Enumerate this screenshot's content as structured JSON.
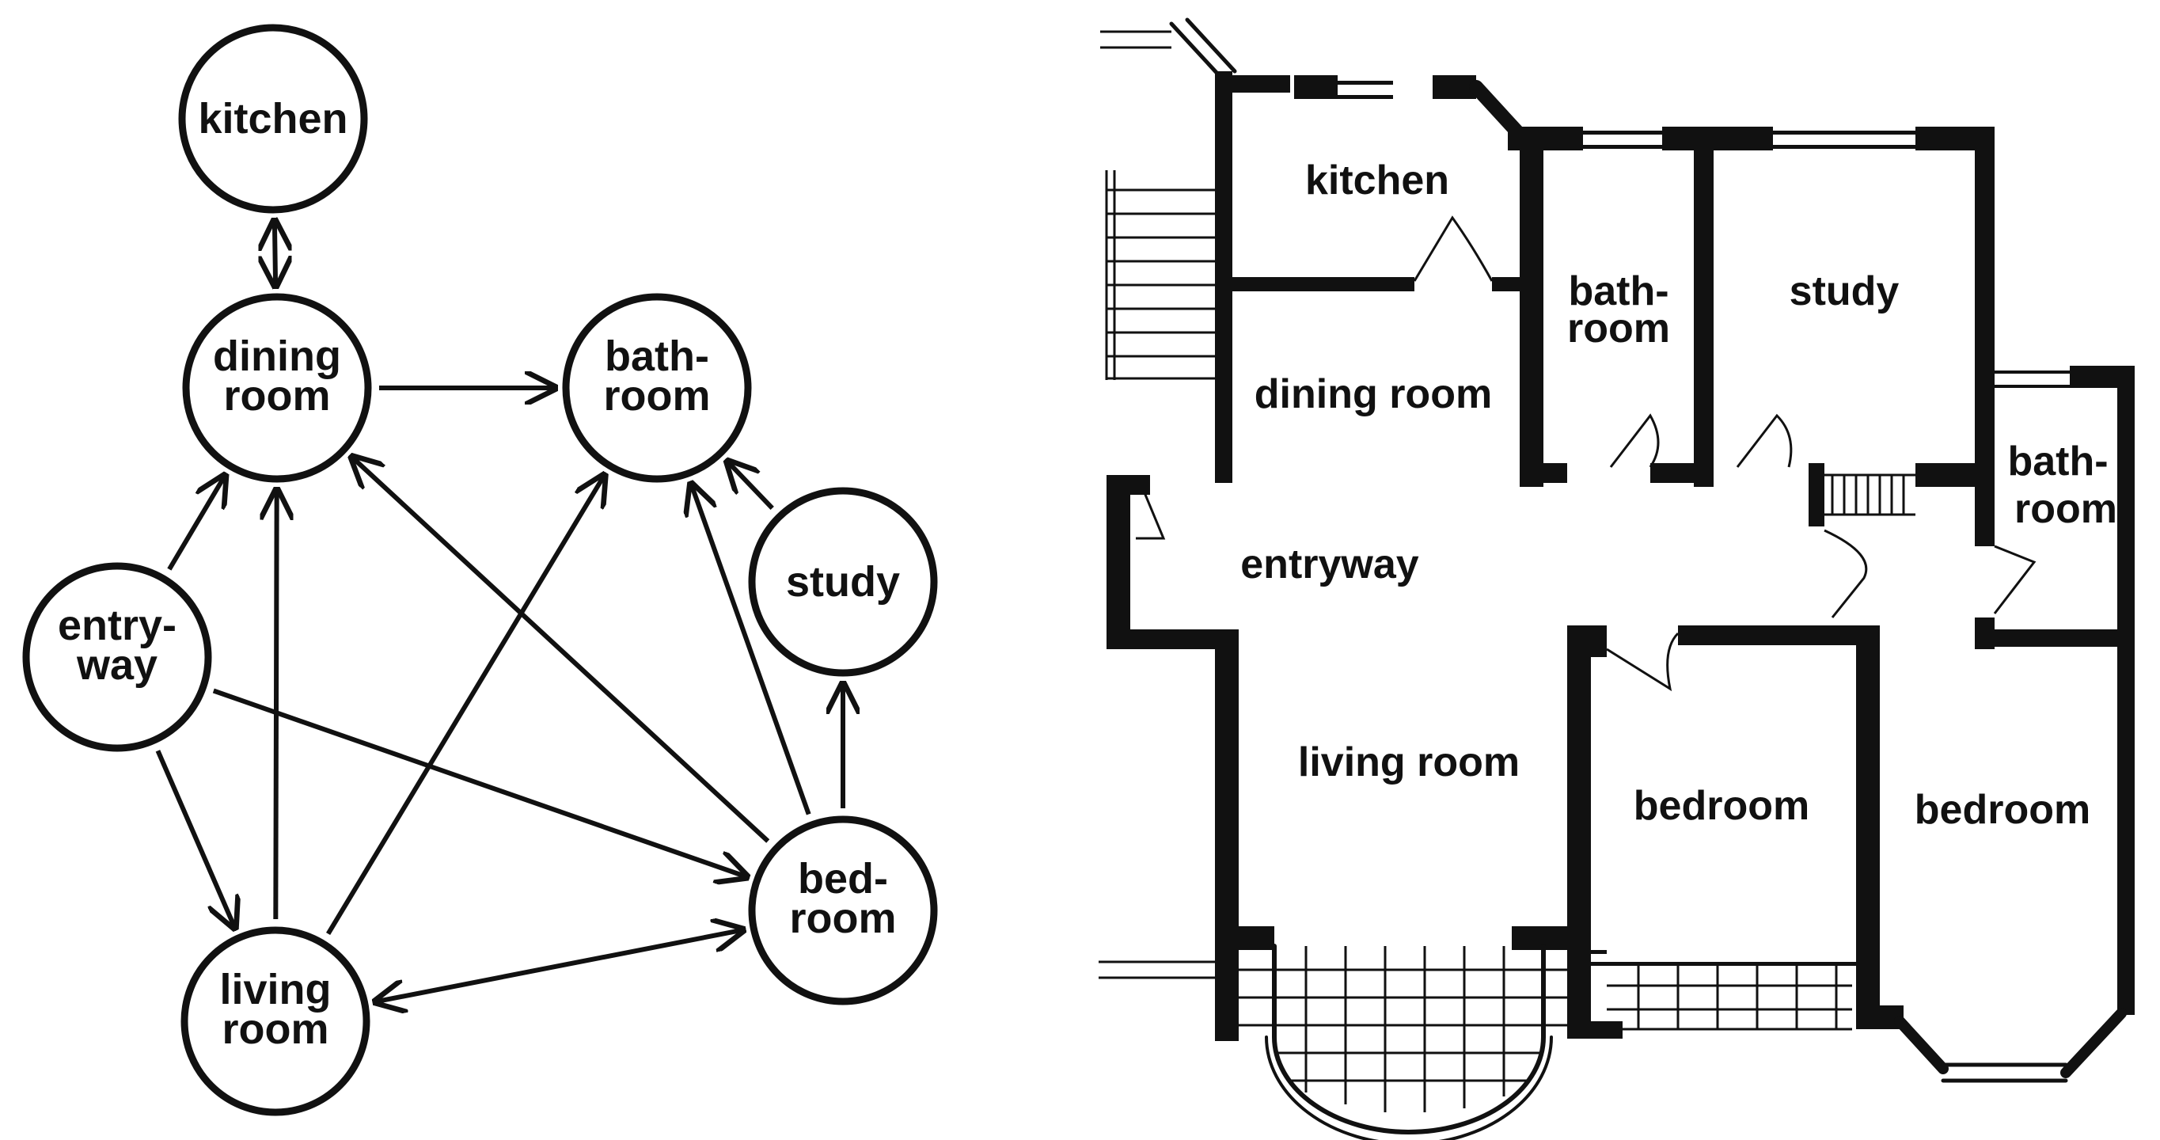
{
  "graph": {
    "nodes": {
      "kitchen": {
        "lines": [
          "kitchen"
        ]
      },
      "dining": {
        "lines": [
          "dining",
          "room"
        ]
      },
      "bath": {
        "lines": [
          "bath-",
          "room"
        ]
      },
      "study": {
        "lines": [
          "study"
        ]
      },
      "entry": {
        "lines": [
          "entry-",
          "way"
        ]
      },
      "living": {
        "lines": [
          "living",
          "room"
        ]
      },
      "bed": {
        "lines": [
          "bed-",
          "room"
        ]
      }
    },
    "edges": [
      {
        "from": "kitchen",
        "to": "dining",
        "both": true
      },
      {
        "from": "dining",
        "to": "bath",
        "both": false
      },
      {
        "from": "entry",
        "to": "dining",
        "both": false
      },
      {
        "from": "entry",
        "to": "living",
        "both": false
      },
      {
        "from": "entry",
        "to": "bed",
        "both": false
      },
      {
        "from": "living",
        "to": "dining",
        "both": false
      },
      {
        "from": "living",
        "to": "bath",
        "both": false
      },
      {
        "from": "living",
        "to": "bed",
        "both": true
      },
      {
        "from": "bed",
        "to": "dining",
        "both": false
      },
      {
        "from": "bed",
        "to": "bath",
        "both": false
      },
      {
        "from": "bed",
        "to": "study",
        "both": false
      },
      {
        "from": "study",
        "to": "bath",
        "both": false
      }
    ]
  },
  "floorplan": {
    "rooms": {
      "kitchen": "kitchen",
      "bathroom_upper": [
        "bath-",
        "room"
      ],
      "study": "study",
      "dining_room": "dining room",
      "bathroom_right": [
        "bath-",
        "room"
      ],
      "entryway": "entryway",
      "living_room": "living room",
      "bedroom_middle": "bedroom",
      "bedroom_right": "bedroom"
    }
  }
}
